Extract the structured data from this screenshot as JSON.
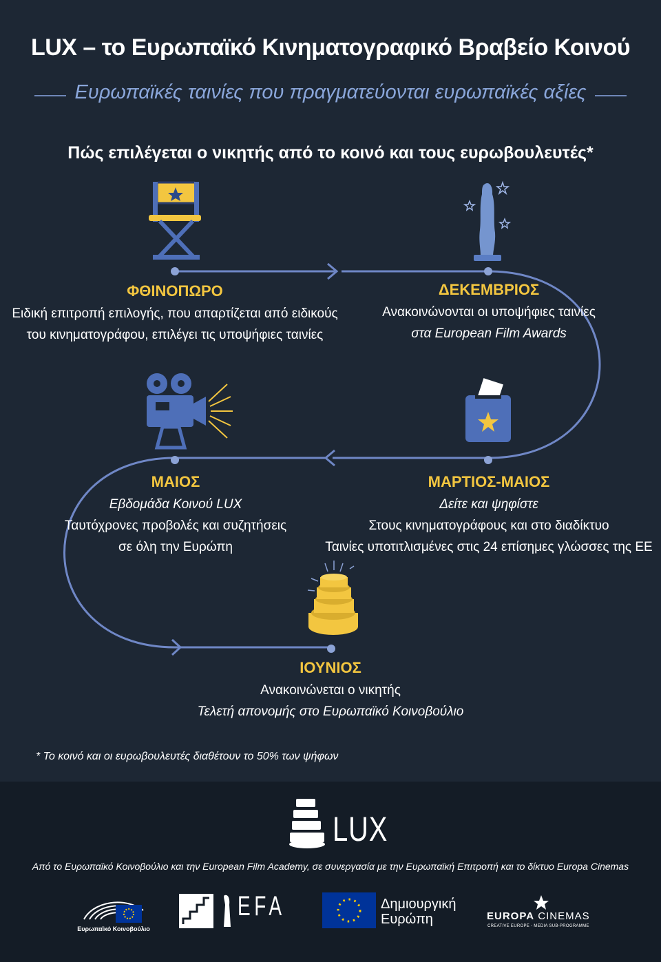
{
  "header": {
    "title": "LUX – το Ευρωπαϊκό Κινηματογραφικό Βραβείο Κοινού",
    "subtitle": "Ευρωπαϊκές ταινίες που πραγματεύονται ευρωπαϊκές αξίες",
    "heading": "Πώς επιλέγεται ο νικητής από το κοινό και τους ευρωβουλευτές*"
  },
  "stages": [
    {
      "title": "ΦΘΙΝΟΠΩΡΟ",
      "line1": "Ειδική επιτροπή επιλογής, που απαρτίζεται από ειδικούς",
      "line2": "του κινηματογράφου, επιλέγει τις υποψήφιες ταινίες"
    },
    {
      "title": "ΔΕΚΕΜΒΡΙΟΣ",
      "line1": "Ανακοινώνονται οι υποψήφιες ταινίες",
      "line2": "στα European Film Awards"
    },
    {
      "title": "ΜΑΡΤΙΟΣ-ΜΑΙΟΣ",
      "line1": "Δείτε και ψηφίστε",
      "line2": "Στους κινηματογράφους και στο διαδίκτυο",
      "line3": "Ταινίες υποτιτλισμένες στις 24 επίσημες γλώσσες της ΕΕ"
    },
    {
      "title": "ΜΑΙΟΣ",
      "line1": "Εβδομάδα Κοινού LUX",
      "line2": "Ταυτόχρονες προβολές και συζητήσεις",
      "line3": "σε όλη την Ευρώπη"
    },
    {
      "title": "ΙΟΥΝΙΟΣ",
      "line1": "Ανακοινώνεται ο νικητής",
      "line2": "Τελετή απονομής στο Ευρωπαϊκό Κοινοβούλιο"
    }
  ],
  "footnote": "* Το κοινό και οι ευρωβουλευτές διαθέτουν το 50% των ψήφων",
  "footer": {
    "brand": "LUX",
    "partners": "Από το Ευρωπαϊκό Κοινοβούλιο και την European Film Academy, σε συνεργασία με την Ευρωπαϊκή Επιτροπή και το δίκτυο Europa Cinemas",
    "logos": {
      "ep": "Ευρωπαϊκό Κοινοβούλιο",
      "efa": "EFA",
      "ce_line1": "Δημιουργική",
      "ce_line2": "Ευρώπη",
      "europa1": "EUROPA",
      "europa2": "CINEMAS",
      "europa3": "CREATIVE EUROPE - MEDIA SUB-PROGRAMME"
    }
  },
  "colors": {
    "background": "#1d2734",
    "accent": "#f3c640",
    "path": "#6f87c6",
    "footer": "#141c26"
  },
  "icons": [
    "director-chair-icon",
    "statuette-icon",
    "ballot-box-icon",
    "movie-camera-icon",
    "cake-tower-icon",
    "lux-logo-icon",
    "eu-flag-icon"
  ]
}
